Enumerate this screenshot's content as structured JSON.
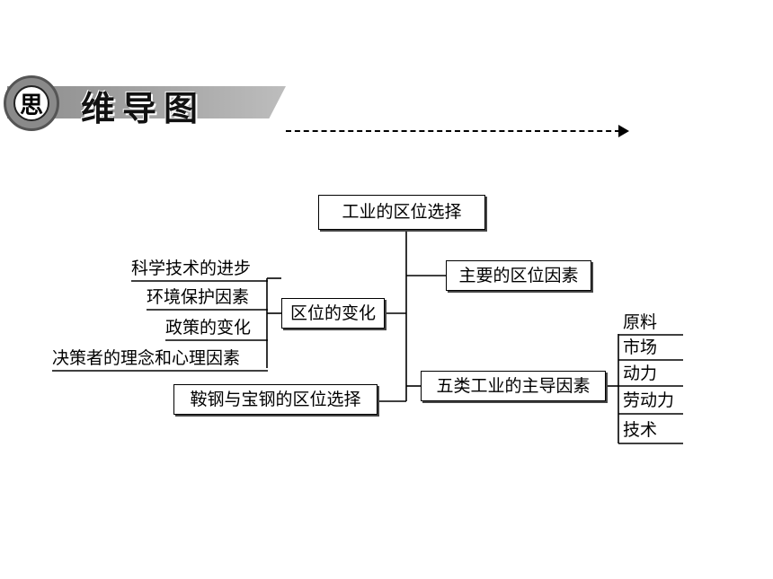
{
  "header": {
    "badge_char": "思",
    "title": "维导图"
  },
  "diagram": {
    "root": "工业的区位选择",
    "main_factors": "主要的区位因素",
    "location_change": "区位的变化",
    "five_types": "五类工业的主导因素",
    "case_study": "鞍钢与宝钢的区位选择",
    "change_factors": [
      "科学技术的进步",
      "环境保护因素",
      "政策的变化",
      "决策者的理念和心理因素"
    ],
    "dominant_factors": [
      "原料",
      "市场",
      "动力",
      "劳动力",
      "技术"
    ]
  }
}
